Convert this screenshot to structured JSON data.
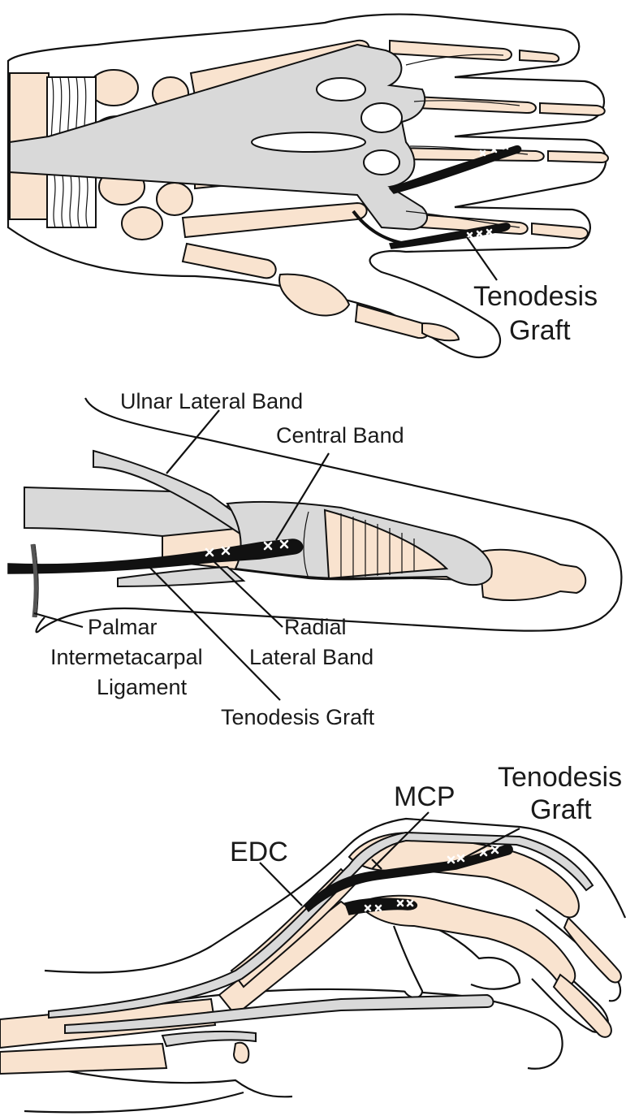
{
  "panels": {
    "top": {
      "graft_label_line1": "Tenodesis",
      "graft_label_line2": "Graft"
    },
    "middle": {
      "ulnar_lateral_band": "Ulnar Lateral Band",
      "central_band": "Central Band",
      "palmar_line1": "Palmar",
      "palmar_line2": "Intermetacarpal",
      "palmar_line3": "Ligament",
      "radial_line1": "Radial",
      "radial_line2": "Lateral Band",
      "tenodesis_graft": "Tenodesis Graft"
    },
    "bottom": {
      "mcp": "MCP",
      "edc": "EDC",
      "graft_line1": "Tenodesis",
      "graft_line2": "Graft"
    }
  },
  "colors": {
    "bone": "#f9e3cf",
    "tendon": "#d9d9d9",
    "graft": "#111111",
    "outline": "#111111"
  }
}
